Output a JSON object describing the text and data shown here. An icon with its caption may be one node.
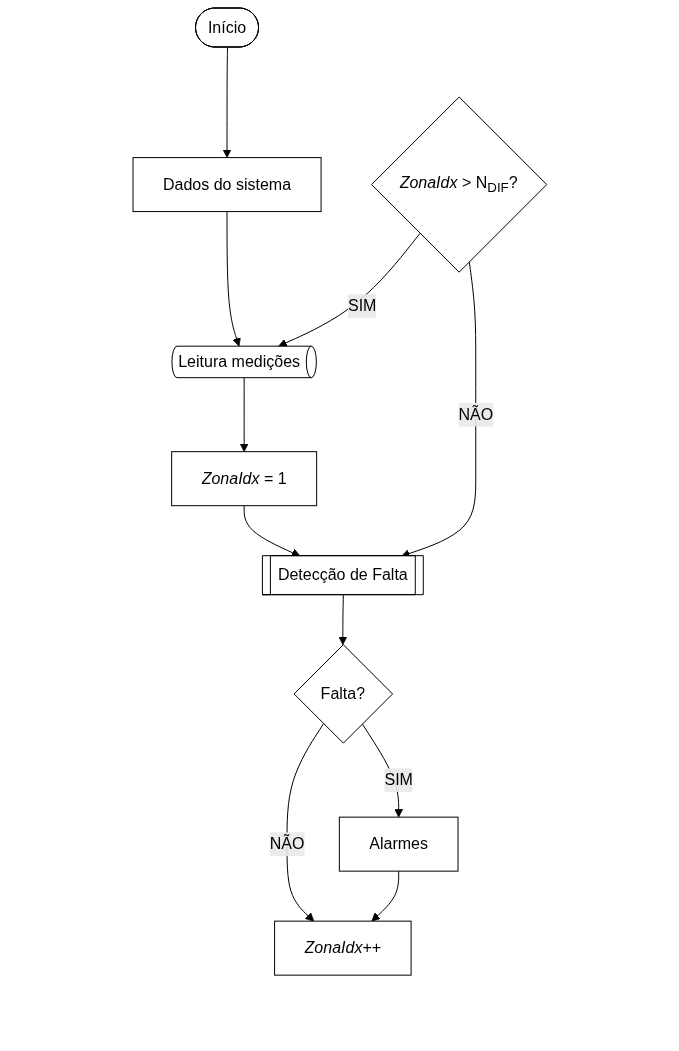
{
  "diagram": {
    "nodes": [
      {
        "text": [
          "Início"
        ]
      },
      {
        "text": [
          "Dados do sistema"
        ]
      },
      {
        "text": [
          "Leitura medições"
        ]
      },
      {
        "text": [
          "*ZonaIdx* = 1"
        ]
      },
      {
        "text": [
          "*ZonaIdx* > N$_{DIF}$?"
        ]
      },
      {
        "text": [
          "Detecção de Falta"
        ]
      },
      {
        "text": [
          "*ZonaIdx*++"
        ]
      },
      {
        "text": [
          "Falta?"
        ]
      },
      {
        "text": [
          "Alarmes"
        ]
      }
    ],
    "edges": [
      {
        "from": 0,
        "to": 1,
        "arrow": "to"
      },
      {
        "from": 1,
        "to": 2,
        "arrow": "to"
      },
      {
        "from": 2,
        "to": 3,
        "arrow": "to"
      },
      {
        "from": 3,
        "to": 5,
        "arrow": "to"
      },
      {
        "from": 4,
        "to": 5,
        "arrow": "to",
        "label": "NÃO"
      },
      {
        "from": 4,
        "to": 2,
        "arrow": "to",
        "label": "SIM"
      },
      {
        "from": 5,
        "to": 7,
        "arrow": "to"
      },
      {
        "from": 7,
        "to": 6,
        "arrow": "to",
        "label": "NÃO"
      },
      {
        "from": 7,
        "to": 8,
        "arrow": "to",
        "label": "SIM"
      },
      {
        "from": 8,
        "to": 6,
        "arrow": "to"
      }
    ]
  }
}
